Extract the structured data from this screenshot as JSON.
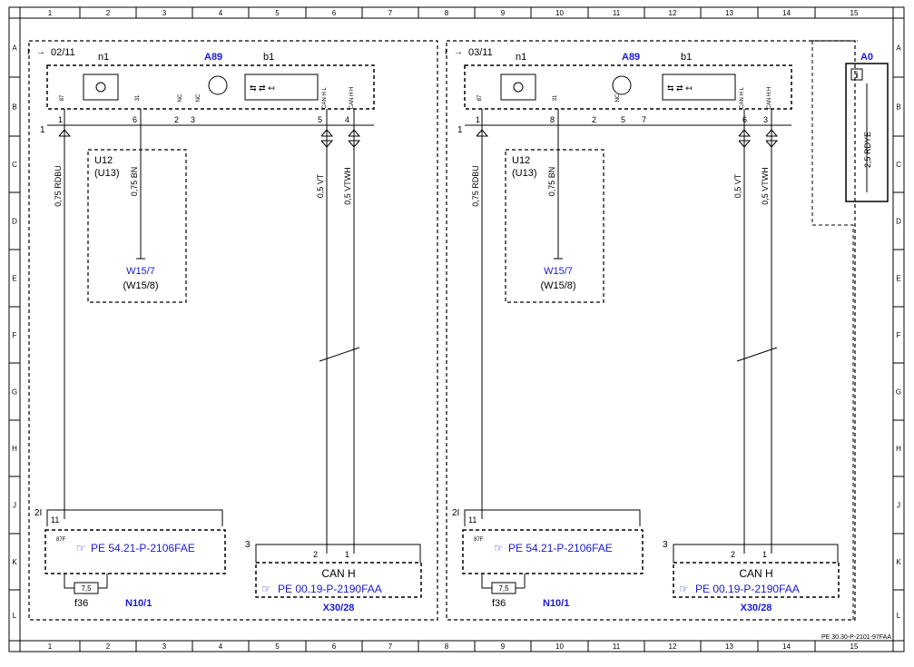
{
  "sheet": {
    "cols": [
      "1",
      "2",
      "3",
      "4",
      "5",
      "6",
      "7",
      "8",
      "9",
      "10",
      "11",
      "12",
      "13",
      "14",
      "15"
    ],
    "rows": [
      "A",
      "B",
      "C",
      "D",
      "E",
      "F",
      "G",
      "H",
      "J",
      "K",
      "L"
    ],
    "doc_id": "PE 30.30-P-2101-97FAA"
  },
  "colors": {
    "blue": "#1a1ad6",
    "black": "#000000"
  },
  "panels": [
    {
      "sheet_ref": "02/11",
      "module": "A89",
      "label_n1": "n1",
      "label_b1": "b1",
      "pin_labels": [
        "87",
        "31",
        "NC",
        "NC",
        "CAN H L",
        "CAN H H"
      ],
      "pin_numbers": [
        "1",
        "6",
        "2",
        "3",
        "5",
        "4"
      ],
      "conn_num": "1",
      "wires": [
        "0,75 RDBU",
        "0,75 BN",
        "0,5 VT",
        "0,5 VTWH"
      ],
      "u_box": {
        "line1": "U12",
        "line2": "(U13)"
      },
      "ground": {
        "line1": "W15/7",
        "line2": "(W15/8)"
      },
      "fuse_box": {
        "conn": "2I",
        "pin_num": "11",
        "pin_label": "87F",
        "ref": "PE 54.21-P-2106FAE",
        "fuse_value": "7,5",
        "fuse_id": "f36",
        "name": "N10/1"
      },
      "can_box": {
        "conn": "3",
        "pins": [
          "2",
          "1"
        ],
        "title": "CAN H",
        "ref": "PE 00.19-P-2190FAA",
        "name": "X30/28"
      }
    },
    {
      "sheet_ref": "03/11",
      "module": "A89",
      "label_n1": "n1",
      "label_b1": "b1",
      "pin_labels": [
        "87",
        "31",
        "NC",
        "CAN H L",
        "CAN H H"
      ],
      "pin_numbers": [
        "1",
        "8",
        "2",
        "5",
        "7",
        "6",
        "3"
      ],
      "conn_num": "1",
      "wires": [
        "0,75 RDBU",
        "0,75 BN",
        "0,5 VT",
        "0,5 VTWH"
      ],
      "u_box": {
        "line1": "U12",
        "line2": "(U13)"
      },
      "ground": {
        "line1": "W15/7",
        "line2": "(W15/8)"
      },
      "fuse_box": {
        "conn": "2I",
        "pin_num": "11",
        "pin_label": "87F",
        "ref": "PE 54.21-P-2106FAE",
        "fuse_value": "7,5",
        "fuse_id": "f36",
        "name": "N10/1"
      },
      "can_box": {
        "conn": "3",
        "pins": [
          "2",
          "1"
        ],
        "title": "CAN H",
        "ref": "PE 00.19-P-2190FAA",
        "name": "X30/28"
      }
    }
  ],
  "a0": {
    "title": "A0",
    "info_icon": "i",
    "wire": "2,5 RDYE"
  }
}
